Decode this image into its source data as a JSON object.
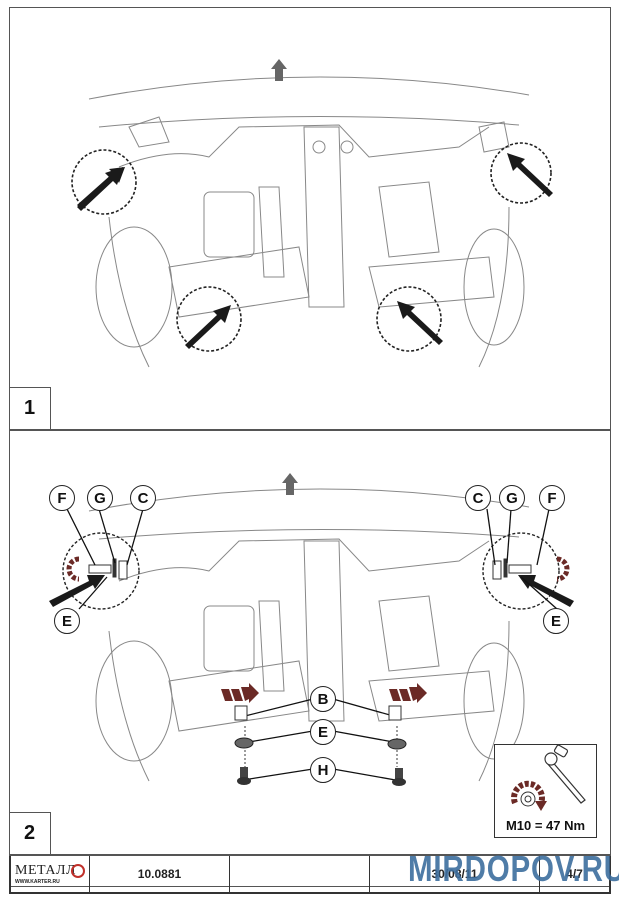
{
  "panels": [
    {
      "step": "1",
      "description": "Underbody view with four mounting points marked"
    },
    {
      "step": "2",
      "description": "Installation of crankcase guard with fasteners"
    }
  ],
  "callouts": {
    "left": {
      "F": "F",
      "G": "G",
      "C": "C",
      "E": "E"
    },
    "right": {
      "C": "C",
      "G": "G",
      "F": "F",
      "E": "E"
    },
    "center": {
      "B": "B",
      "E": "E",
      "H": "H"
    }
  },
  "torque": {
    "label": "M10 = 47 Nm",
    "icon": "ratchet-wrench-icon"
  },
  "title_block": {
    "logo_text": "МЕТАЛЛ",
    "logo_url_text": "WWW.KARTER.RU",
    "part_number": "10.0881",
    "blank": "",
    "date": "30/08/11",
    "page": "4/7"
  },
  "watermark": "MIRDOPOV.RU",
  "colors": {
    "accent_arrow": "#6b2a26",
    "line": "#555555",
    "watermark": "#3d6e9e"
  }
}
